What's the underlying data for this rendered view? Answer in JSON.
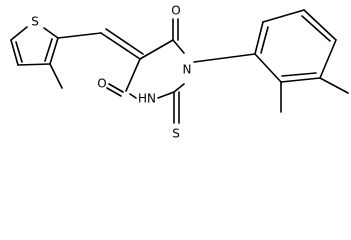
{
  "molecule": {
    "atom_labels": {
      "thiophene_sulfur": "S",
      "carbonyl_oxygen_upper": "O",
      "carbonyl_oxygen_lower": "O",
      "ring_nitrogen_substituted": "N",
      "ring_nitrogen_hydrogen": "HN",
      "thione_sulfur": "S"
    },
    "colors": {
      "bond": "#000000",
      "label": "#000000",
      "background": "#ffffff"
    }
  }
}
